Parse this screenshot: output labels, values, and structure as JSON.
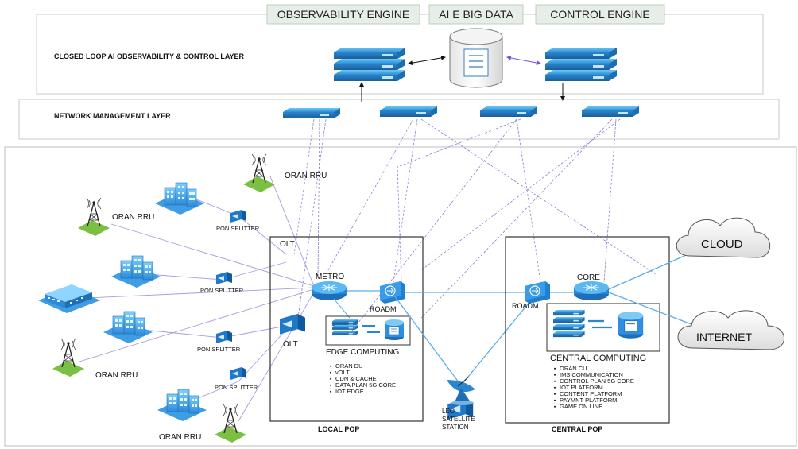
{
  "engines": {
    "observability": "OBSERVABILITY ENGINE",
    "ai_big_data": "AI E BIG DATA",
    "control": "CONTROL ENGINE"
  },
  "layers": {
    "closed_loop": "CLOSED LOOP AI OBSERVABILITY & CONTROL LAYER",
    "network_management": "NETWORK MANAGEMENT LAYER"
  },
  "access": {
    "oran_rru": "ORAN RRU",
    "pon_splitter": "PON SPLITTER"
  },
  "local_pop": {
    "title": "LOCAL POP",
    "olt": "OLT",
    "metro": "METRO",
    "roadm": "ROADM",
    "edge_title": "EDGE COMPUTING",
    "edge_items": [
      "ORAN DU",
      "vOLT",
      "CDN & CACHE",
      "DATA PLAN 5G CORE",
      "IOT EDGE"
    ]
  },
  "satellite": {
    "line1": "LEO",
    "line2": "SATELLITE",
    "line3": "STATION"
  },
  "central_pop": {
    "title": "CENTRAL POP",
    "roadm": "ROADM",
    "core": "CORE",
    "central_title": "CENTRAL COMPUTING",
    "central_items": [
      "ORAN CU",
      "IMS COMMUNICATION",
      "CONTROL PLAN 5G CORE",
      "IOT PLATFORM",
      "CONTENT PLATFORM",
      "PAYMNT PLATFORM",
      "GAME ON LINE"
    ]
  },
  "external": {
    "cloud": "CLOUD",
    "internet": "INTERNET"
  }
}
